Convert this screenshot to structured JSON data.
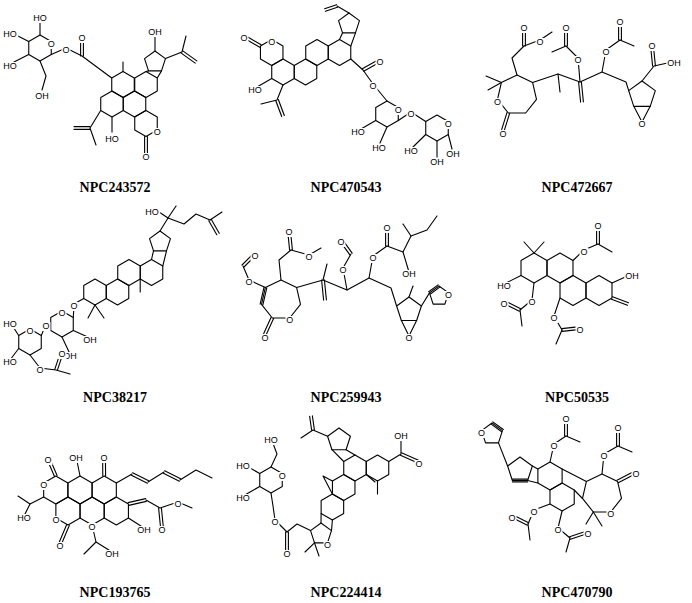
{
  "diagram": {
    "labels": [
      "NPC243572",
      "NPC470543",
      "NPC472667",
      "NPC38217",
      "NPC259943",
      "NPC50535",
      "NPC193765",
      "NPC224414",
      "NPC470790",
      "HO",
      "HO",
      "HO",
      "OH",
      "O",
      "O",
      "O",
      "HO",
      "O",
      "O",
      "OH",
      "O",
      "O",
      "HO",
      "O",
      "O",
      "O",
      "O",
      "O",
      "HO",
      "HO",
      "HO",
      "OH",
      "OH",
      "O",
      "O",
      "O",
      "O",
      "O",
      "O",
      "O",
      "O",
      "OH",
      "O",
      "O",
      "HO",
      "O",
      "O",
      "O",
      "O",
      "OH",
      "OH",
      "HO",
      "HO",
      "O",
      "O",
      "O",
      "O",
      "O",
      "O",
      "O",
      "O",
      "O",
      "O",
      "O",
      "O",
      "OH",
      "O",
      "O",
      "HO",
      "O",
      "O",
      "OH",
      "O",
      "O",
      "O",
      "O",
      "O",
      "O",
      "O",
      "O",
      "O",
      "HO",
      "OH",
      "OH",
      "OH",
      "O",
      "O",
      "O",
      "O",
      "OH",
      "O",
      "O",
      "O",
      "O",
      "HO",
      "HO",
      "HO",
      "O",
      "O",
      "O",
      "O",
      "O",
      "O",
      "O",
      "O",
      "O",
      "O",
      "O"
    ]
  }
}
